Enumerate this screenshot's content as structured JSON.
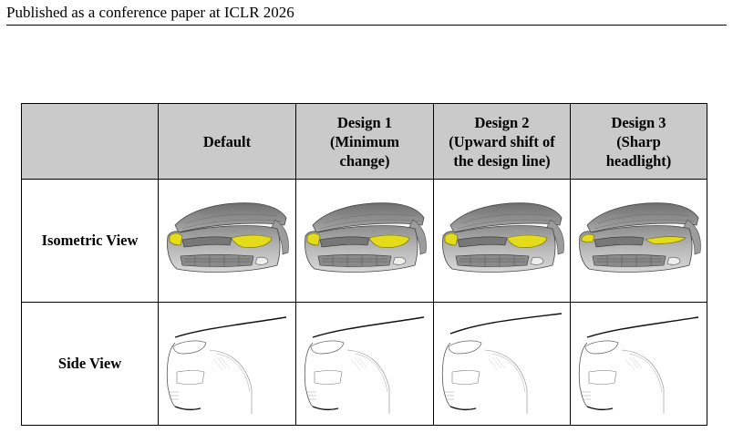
{
  "page_header": "Published as a conference paper at ICLR 2026",
  "table": {
    "columns": [
      {
        "lines": [
          ""
        ]
      },
      {
        "lines": [
          "Default"
        ]
      },
      {
        "lines": [
          "Design 1",
          "(Minimum",
          "change)"
        ]
      },
      {
        "lines": [
          "Design 2",
          "(Upward shift of",
          "the design line)"
        ]
      },
      {
        "lines": [
          "Design 3",
          "(Sharp",
          "headlight)"
        ]
      }
    ],
    "rows": [
      {
        "label": "Isometric View"
      },
      {
        "label": "Side View"
      }
    ]
  },
  "colors": {
    "header_bg": "#cacaca",
    "car_body": "#a8a8a8",
    "headlight": "#e4dc1a",
    "side_line": "#111111"
  }
}
